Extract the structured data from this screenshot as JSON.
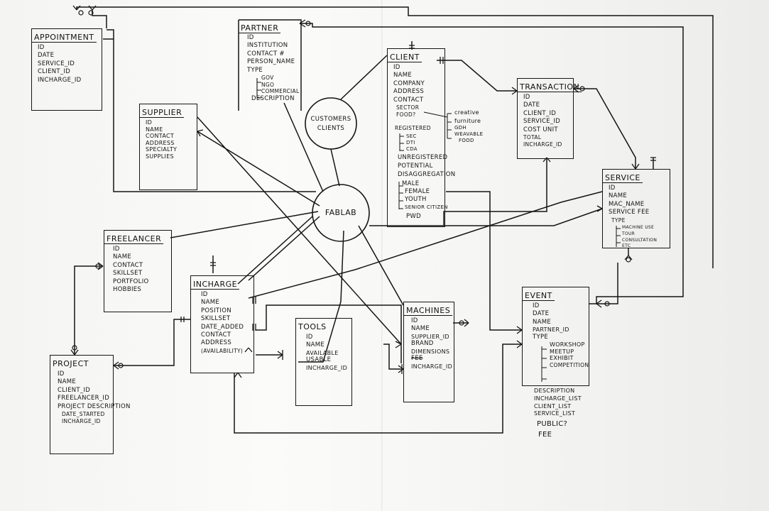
{
  "center": {
    "label": "FABLAB"
  },
  "customers": {
    "line1": "CUSTOMERS",
    "line2": "CLIENTS"
  },
  "entities": {
    "appointment": {
      "title": "APPOINTMENT",
      "attrs": [
        "ID",
        "DATE",
        "SERVICE_ID",
        "CLIENT_ID",
        "INCHARGE_ID"
      ]
    },
    "partner": {
      "title": "PARTNER",
      "attrs": [
        "ID",
        "INSTITUTION",
        "CONTACT #",
        "PERSON_NAME",
        "TYPE",
        "GOV",
        "NGO",
        "COMMERCIAL",
        "DESCRIPTION"
      ]
    },
    "client": {
      "title": "CLIENT",
      "attrs": [
        "ID",
        "NAME",
        "COMPANY",
        "ADDRESS",
        "CONTACT",
        "SECTOR",
        "FOOD?"
      ]
    },
    "client_ext": {
      "attrs": [
        "REGISTERED",
        "SEC",
        "DTI",
        "CDA",
        "UNREGISTERED",
        "POTENTIAL",
        "DISAGGREGATION",
        "MALE",
        "FEMALE",
        "YOUTH",
        "SENIOR CITIZEN",
        "PWD"
      ],
      "sectors": [
        "creative",
        "furniture",
        "GDH",
        "WEAVABLE",
        "FOOD"
      ]
    },
    "transaction": {
      "title": "TRANSACTION",
      "attrs": [
        "ID",
        "DATE",
        "CLIENT_ID",
        "SERVICE_ID",
        "COST UNIT",
        "TOTAL",
        "INCHARGE_ID"
      ]
    },
    "supplier": {
      "title": "SUPPLIER",
      "attrs": [
        "ID",
        "NAME",
        "CONTACT",
        "ADDRESS",
        "SPECIALTY",
        "SUPPLIES"
      ]
    },
    "service": {
      "title": "SERVICE",
      "attrs": [
        "ID",
        "NAME",
        "MAC_NAME",
        "SERVICE FEE",
        "TYPE",
        "MACHINE USE",
        "TOUR",
        "CONSULTATION",
        "ETC"
      ]
    },
    "freelancer": {
      "title": "FREELANCER",
      "attrs": [
        "ID",
        "NAME",
        "CONTACT",
        "SKILLSET",
        "PORTFOLIO",
        "HOBBIES"
      ]
    },
    "incharge": {
      "title": "INCHARGE",
      "attrs": [
        "ID",
        "NAME",
        "POSITION",
        "SKILLSET",
        "DATE_ADDED",
        "CONTACT",
        "ADDRESS",
        "(AVAILABILITY)"
      ]
    },
    "tools": {
      "title": "TOOLS",
      "attrs": [
        "ID",
        "NAME",
        "AVAILABLE",
        "USABLE",
        "INCHARGE_ID"
      ]
    },
    "machines": {
      "title": "MACHINES",
      "attrs": [
        "ID",
        "NAME",
        "SUPPLIER_ID",
        "BRAND",
        "DIMENSIONS",
        "FEE",
        "INCHARGE_ID"
      ]
    },
    "event": {
      "title": "EVENT",
      "attrs": [
        "ID",
        "DATE",
        "NAME",
        "PARTNER_ID",
        "TYPE",
        "WORKSHOP",
        "MEETUP",
        "EXHIBIT",
        "COMPETITION"
      ],
      "extra": [
        "DESCRIPTION",
        "INCHARGE_LIST",
        "CLIENT_LIST",
        "SERVICE_LIST",
        "PUBLIC?",
        "FEE"
      ]
    },
    "project": {
      "title": "PROJECT",
      "attrs": [
        "ID",
        "NAME",
        "CLIENT_ID",
        "FREELANCER_ID",
        "PROJECT DESCRIPTION",
        "DATE_STARTED",
        "INCHARGE_ID"
      ]
    }
  }
}
